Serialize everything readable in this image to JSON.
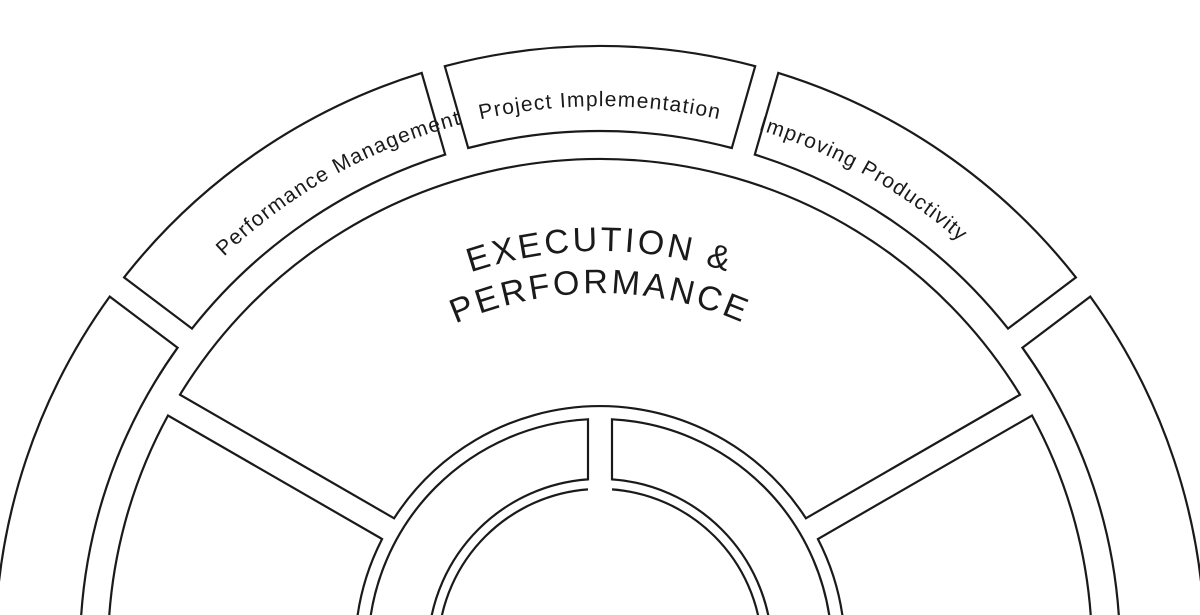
{
  "diagram": {
    "center_label_line1": "EXECUTION &",
    "center_label_line2": "PERFORMANCE",
    "outer_labels": [
      "Performance Management",
      "Project Implementation",
      "Improving Productivity"
    ],
    "colors": {
      "stroke": "#1a1a1a",
      "fill": "#ffffff"
    }
  }
}
